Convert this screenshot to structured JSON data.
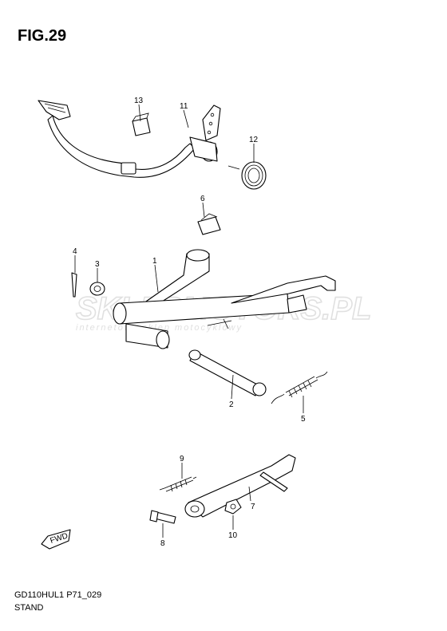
{
  "figure": {
    "title": "FIG.29"
  },
  "footer": {
    "code": "GD110HUL1 P71_029",
    "name": "STAND"
  },
  "watermark": {
    "main": "SKLEPMOTORS.PL",
    "sub": "internetowy sklep motocyklowy",
    "color": "#e23b2a"
  },
  "arrow": {
    "label": "FWD"
  },
  "callouts": {
    "p1": "1",
    "p2": "2",
    "p3": "3",
    "p4": "4",
    "p5": "5",
    "p6": "6",
    "p7": "7",
    "p8": "8",
    "p9": "9",
    "p10": "10",
    "p11": "11",
    "p12": "12",
    "p13": "13"
  }
}
